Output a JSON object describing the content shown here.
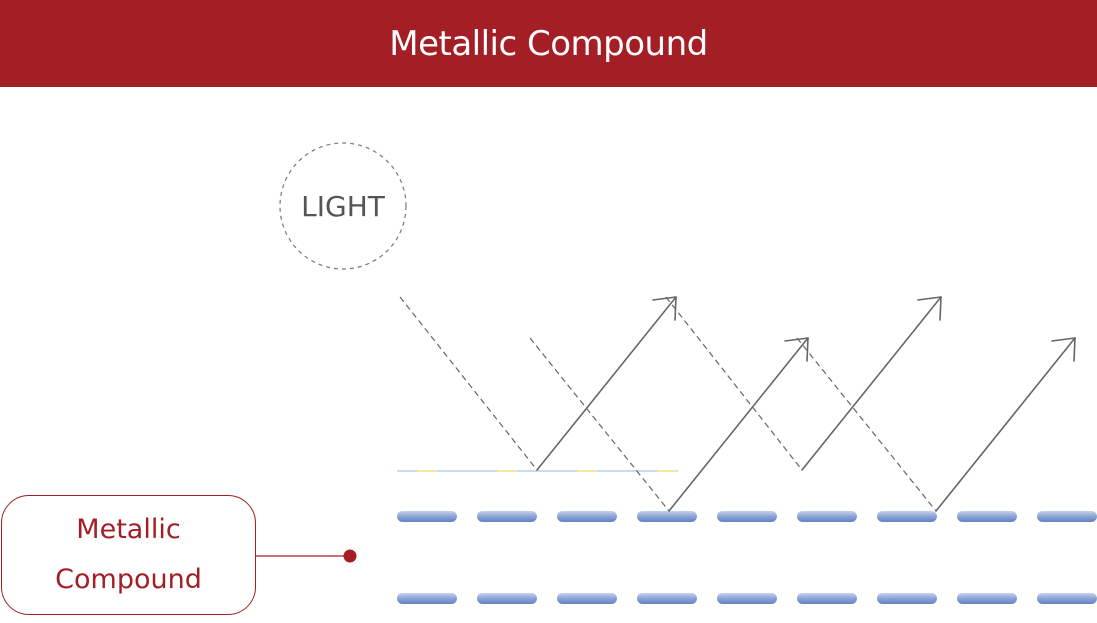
{
  "header": {
    "title": "Metallic Compound"
  },
  "light": {
    "label": "LIGHT"
  },
  "material": {
    "label_line1": "Metallic",
    "label_line2": "Compound"
  },
  "colors": {
    "brand_red": "#a31f25",
    "dash_blue": "#7f9bd0",
    "ray_gray": "#666666"
  }
}
